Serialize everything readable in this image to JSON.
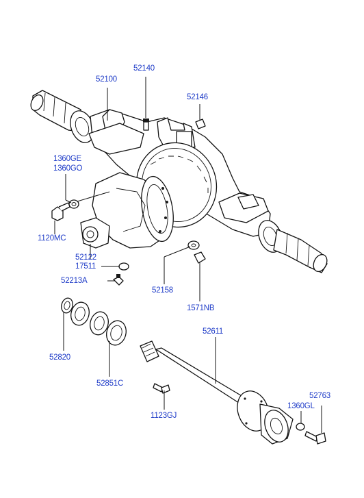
{
  "label_color": "#1f3cc8",
  "line_color": "#111111",
  "labels": {
    "p52100": "52100",
    "p52140": "52140",
    "p52146": "52146",
    "p1360GE": "1360GE",
    "p1360GO": "1360GO",
    "p1120MC": "1120MC",
    "p52122": "52122",
    "p17511": "17511",
    "p52213A": "52213A",
    "p52158": "52158",
    "p1571NB": "1571NB",
    "p52611": "52611",
    "p52820": "52820",
    "p52851C": "52851C",
    "p1123GJ": "1123GJ",
    "p1360GL": "1360GL",
    "p52763": "52763"
  }
}
